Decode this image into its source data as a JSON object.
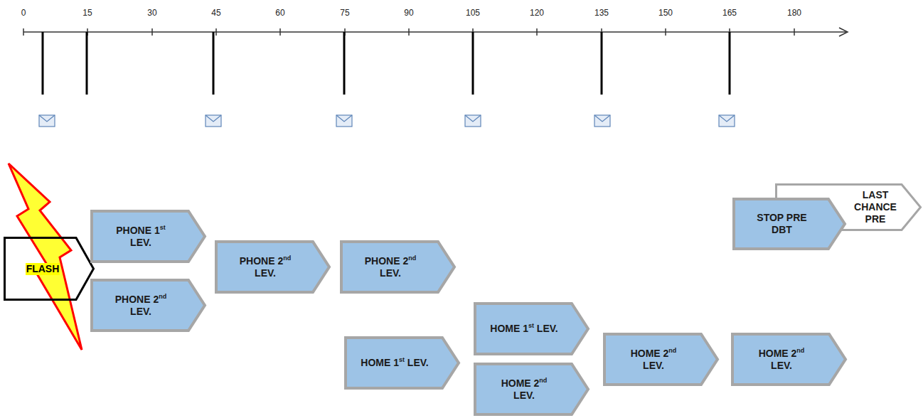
{
  "diagram": {
    "nodes": [
      {
        "text": [
          "FLASH"
        ]
      },
      {
        "text": [
          "PHONE 1st LEV."
        ]
      },
      {
        "text": [
          "PHONE 2nd LEV."
        ]
      },
      {
        "text": [
          "PHONE 2nd LEV."
        ]
      },
      {
        "text": [
          "PHONE 2nd LEV."
        ]
      },
      {
        "text": [
          "HOME 1st LEV."
        ]
      },
      {
        "text": [
          "HOME 1st LEV."
        ]
      },
      {
        "text": [
          "HOME 2nd LEV."
        ]
      },
      {
        "text": [
          "HOME 2nd LEV."
        ]
      },
      {
        "text": [
          "HOME 2nd LEV."
        ]
      },
      {
        "text": [
          "LAST CHANCE PRE"
        ]
      },
      {
        "text": [
          "STOP PRE DBT"
        ]
      }
    ],
    "labels": [
      "0",
      "15",
      "30",
      "45",
      "60",
      "75",
      "90",
      "105",
      "120",
      "135",
      "150",
      "165",
      "180"
    ]
  }
}
